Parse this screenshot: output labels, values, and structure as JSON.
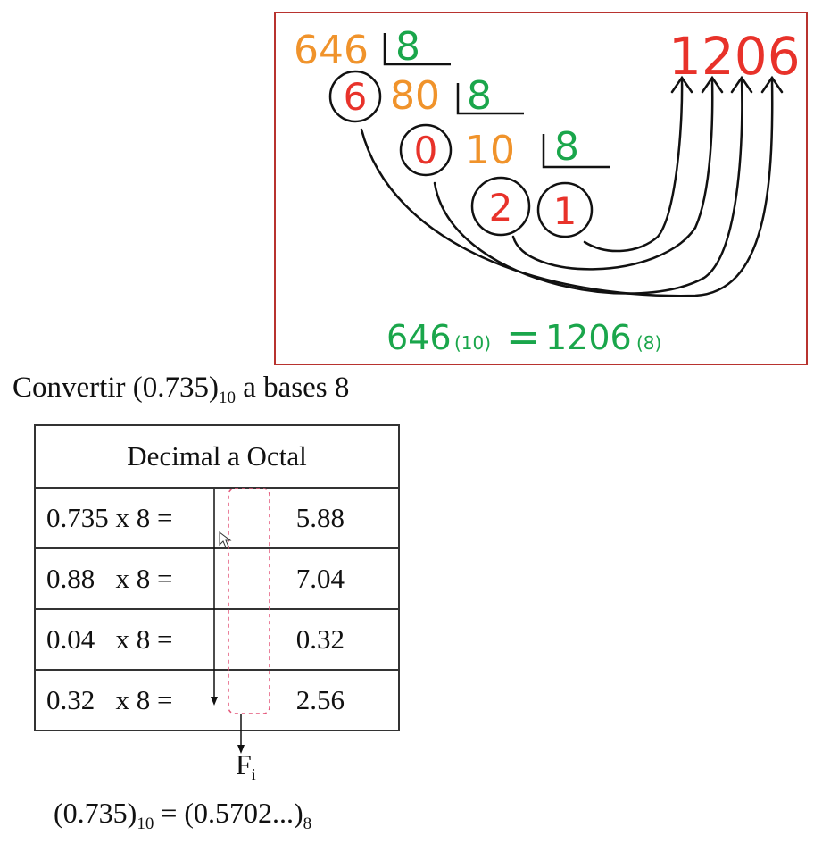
{
  "division": {
    "row1": {
      "dividend": "646",
      "divisor": "8"
    },
    "row2": {
      "remainder": "6",
      "quotient": "80",
      "divisor": "8"
    },
    "row3": {
      "remainder": "0",
      "quotient": "10",
      "divisor": "8"
    },
    "row4": {
      "remainder": "2",
      "quotient": "1"
    },
    "result": "1206",
    "equation": {
      "left": "646",
      "left_base": "(10)",
      "equals": "=",
      "right": "1206",
      "right_base": "(8)"
    },
    "colors": {
      "orange": "#f0932b",
      "red": "#e8322a",
      "green": "#1aa64b",
      "ink": "#111111"
    }
  },
  "heading": {
    "text": "Convertir (0.735)",
    "sub": "10",
    "tail": " a bases 8"
  },
  "table": {
    "header": "Decimal a Octal",
    "rows": [
      {
        "left": "0.735 x 8 =",
        "right": "5.88"
      },
      {
        "left": "0.88   x 8 =",
        "right": "7.04"
      },
      {
        "left": "0.04   x 8 =",
        "right": "0.32"
      },
      {
        "left": "0.32   x 8 =",
        "right": "2.56"
      }
    ]
  },
  "fi": {
    "text": "F",
    "sub": "i"
  },
  "result": {
    "a": "(0.735)",
    "a_sub": "10",
    "mid": " = (0.5702...)",
    "b_sub": "8"
  }
}
